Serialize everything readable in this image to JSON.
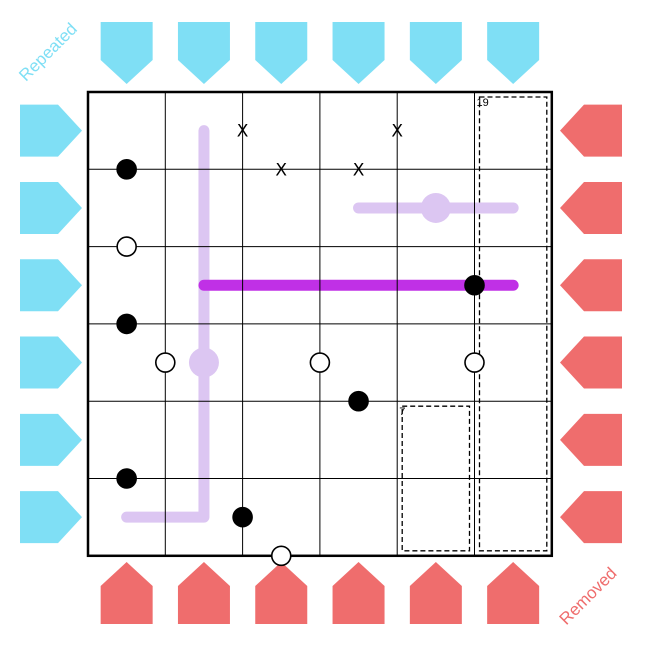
{
  "puzzle": {
    "size": 6,
    "labels": {
      "top_left": "Repeated",
      "bottom_right": "Removed"
    },
    "colors": {
      "repeated_arrow": "#7fdff5",
      "removed_arrow": "#ef6d6d",
      "line_light": "#dcc6f2",
      "line_bold": "#c030e6",
      "grid": "#000000",
      "white_dot_fill": "#ffffff",
      "black_dot_fill": "#000000"
    },
    "arrow_sides": {
      "top": "repeated",
      "left": "repeated",
      "right": "removed",
      "bottom": "removed"
    },
    "cages": [
      {
        "sum": "19",
        "cells": [
          [
            0,
            5
          ],
          [
            1,
            5
          ],
          [
            2,
            5
          ],
          [
            3,
            5
          ],
          [
            4,
            5
          ],
          [
            5,
            5
          ]
        ]
      },
      {
        "sum": "7",
        "cells": [
          [
            4,
            4
          ],
          [
            5,
            4
          ]
        ]
      }
    ],
    "lines": [
      {
        "style": "light",
        "bulb": [
          3,
          1
        ],
        "path": [
          [
            0.5,
            1.5
          ],
          [
            3,
            1.5
          ],
          [
            5.5,
            1.5
          ],
          [
            5.5,
            0.5
          ]
        ]
      },
      {
        "style": "light",
        "bulb": [
          1,
          4
        ],
        "path": [
          [
            1.5,
            3.5
          ],
          [
            1.5,
            5.5
          ]
        ]
      },
      {
        "style": "bold",
        "path": [
          [
            2.5,
            1.5
          ],
          [
            2.5,
            5.5
          ]
        ]
      }
    ],
    "dots": [
      {
        "type": "black",
        "edge": "h",
        "row": 1,
        "col": 0
      },
      {
        "type": "white",
        "edge": "h",
        "row": 2,
        "col": 0
      },
      {
        "type": "black",
        "edge": "h",
        "row": 3,
        "col": 0
      },
      {
        "type": "black",
        "edge": "h",
        "row": 5,
        "col": 0
      },
      {
        "type": "white",
        "edge": "v",
        "row": 3,
        "col": 1
      },
      {
        "type": "white",
        "edge": "v",
        "row": 3,
        "col": 3
      },
      {
        "type": "white",
        "edge": "v",
        "row": 3,
        "col": 5
      },
      {
        "type": "black",
        "edge": "v",
        "row": 2,
        "col": 5
      },
      {
        "type": "black",
        "edge": "h",
        "row": 4,
        "col": 3
      },
      {
        "type": "black",
        "edge": "v",
        "row": 5,
        "col": 2
      },
      {
        "type": "white",
        "edge": "h",
        "row": 6,
        "col": 2
      }
    ],
    "crosses": [
      {
        "edge": "v",
        "row": 0,
        "col": 2
      },
      {
        "edge": "v",
        "row": 0,
        "col": 4
      },
      {
        "edge": "h",
        "row": 1,
        "col": 2
      },
      {
        "edge": "h",
        "row": 1,
        "col": 3
      }
    ],
    "cross_glyph": "X"
  }
}
